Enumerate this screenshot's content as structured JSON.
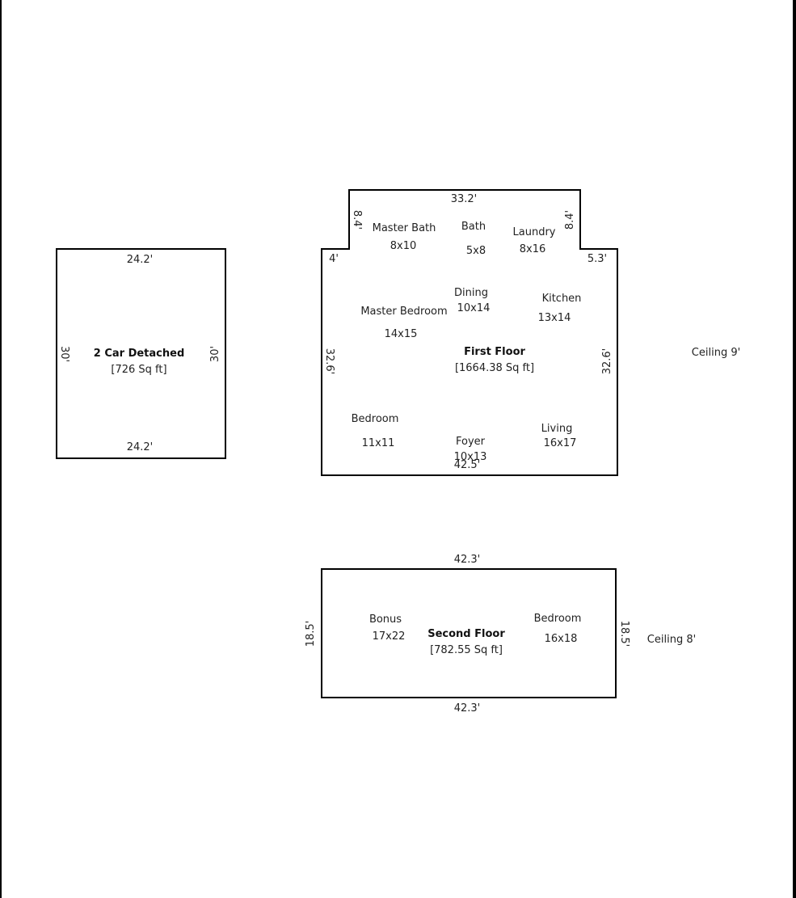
{
  "garage": {
    "name": "2 Car Detached",
    "area": "[726 Sq ft]",
    "dim_top": "24.2'",
    "dim_bottom": "24.2'",
    "dim_left": "30'",
    "dim_right": "30'"
  },
  "first_floor": {
    "name": "First Floor",
    "area": "[1664.38 Sq ft]",
    "ceiling": "Ceiling 9'",
    "dims": {
      "top": "33.2'",
      "bump_left": "8.4'",
      "bump_right": "8.4'",
      "step_left": "4'",
      "step_right": "5.3'",
      "left": "32.6'",
      "right": "32.6'",
      "bottom": "42.5'"
    },
    "rooms": {
      "master_bath": {
        "name": "Master Bath",
        "size": "8x10"
      },
      "bath": {
        "name": "Bath",
        "size": "5x8"
      },
      "laundry": {
        "name": "Laundry",
        "size": "8x16"
      },
      "dining": {
        "name": "Dining",
        "size": "10x14"
      },
      "kitchen": {
        "name": "Kitchen",
        "size": "13x14"
      },
      "master_bedroom": {
        "name": "Master Bedroom",
        "size": "14x15"
      },
      "bedroom": {
        "name": "Bedroom",
        "size": "11x11"
      },
      "foyer": {
        "name": "Foyer",
        "size": "10x13"
      },
      "living": {
        "name": "Living",
        "size": "16x17"
      }
    }
  },
  "second_floor": {
    "name": "Second Floor",
    "area": "[782.55 Sq ft]",
    "ceiling": "Ceiling 8'",
    "dims": {
      "top": "42.3'",
      "bottom": "42.3'",
      "left": "18.5'",
      "right": "18.5'"
    },
    "rooms": {
      "bonus": {
        "name": "Bonus",
        "size": "17x22"
      },
      "bedroom": {
        "name": "Bedroom",
        "size": "16x18"
      }
    }
  }
}
